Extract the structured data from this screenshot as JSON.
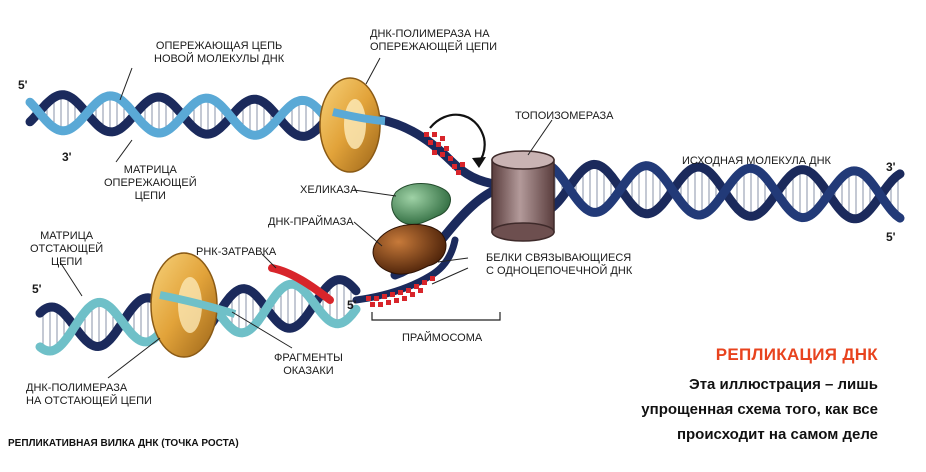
{
  "labels": {
    "leading_new": [
      "ОПЕРЕЖАЮЩАЯ ЦЕПЬ",
      "НОВОЙ МОЛЕКУЛЫ ДНК"
    ],
    "polymerase_leading": [
      "ДНК-ПОЛИМЕРАЗА НА",
      "ОПЕРЕЖАЮЩЕЙ ЦЕПИ"
    ],
    "topoisomerase": "ТОПОИЗОМЕРАЗА",
    "original": "ИСХОДНАЯ МОЛЕКУЛА ДНК",
    "leading_template": [
      "МАТРИЦА",
      "ОПЕРЕЖАЮЩЕЙ",
      "ЦЕПИ"
    ],
    "helicase": "ХЕЛИКАЗА",
    "primase": "ДНК-ПРАЙМАЗА",
    "lagging_template": [
      "МАТРИЦА",
      "ОТСТАЮЩЕЙ",
      "ЦЕПИ"
    ],
    "rna_primer": "РНК-ЗАТРАВКА",
    "ssb": [
      "БЕЛКИ СВЯЗЫВАЮЩИЕСЯ",
      "С ОДНОЦЕПОЧЕЧНОЙ ДНК"
    ],
    "primosome": "ПРАЙМОСОМА",
    "okazaki": [
      "ФРАГМЕНТЫ",
      "ОКАЗАКИ"
    ],
    "polymerase_lagging": [
      "ДНК-ПОЛИМЕРАЗА",
      "НА ОТСТАЮЩЕЙ ЦЕПИ"
    ]
  },
  "primes": {
    "top_left_5": "5'",
    "left_3": "3'",
    "right_3": "3'",
    "right_5": "5'",
    "lagging_left_5": "5'",
    "lagging_inner_5": "5'"
  },
  "caption": {
    "title": "РЕПЛИКАЦИЯ ДНК",
    "lines": [
      "Эта иллюстрация – лишь",
      "упрощенная схема того, как все",
      "происходит на самом деле"
    ]
  },
  "footer": "РЕПЛИКАТИВНАЯ ВИЛКА ДНК (ТОЧКА РОСТА)",
  "colors": {
    "navy": "#1b2a5c",
    "light_blue": "#5aa9d6",
    "teal": "#7fc7c4",
    "rna_red": "#d8252b",
    "gold": "#e2a33a",
    "topo": "#8a6a6a",
    "helicase": "#4d8a5b",
    "primase": "#7a3d12",
    "ssb": "#d8252b",
    "caption_accent": "#e8431e"
  },
  "icons": {
    "leading_polymerase": "ring-clamp-icon",
    "lagging_polymerase": "ring-clamp-icon",
    "topoisomerase": "cylinder-ring-icon",
    "helicase": "protein-blob-icon",
    "primase": "protein-blob-icon",
    "ssb": "dotted-protein-icon"
  }
}
